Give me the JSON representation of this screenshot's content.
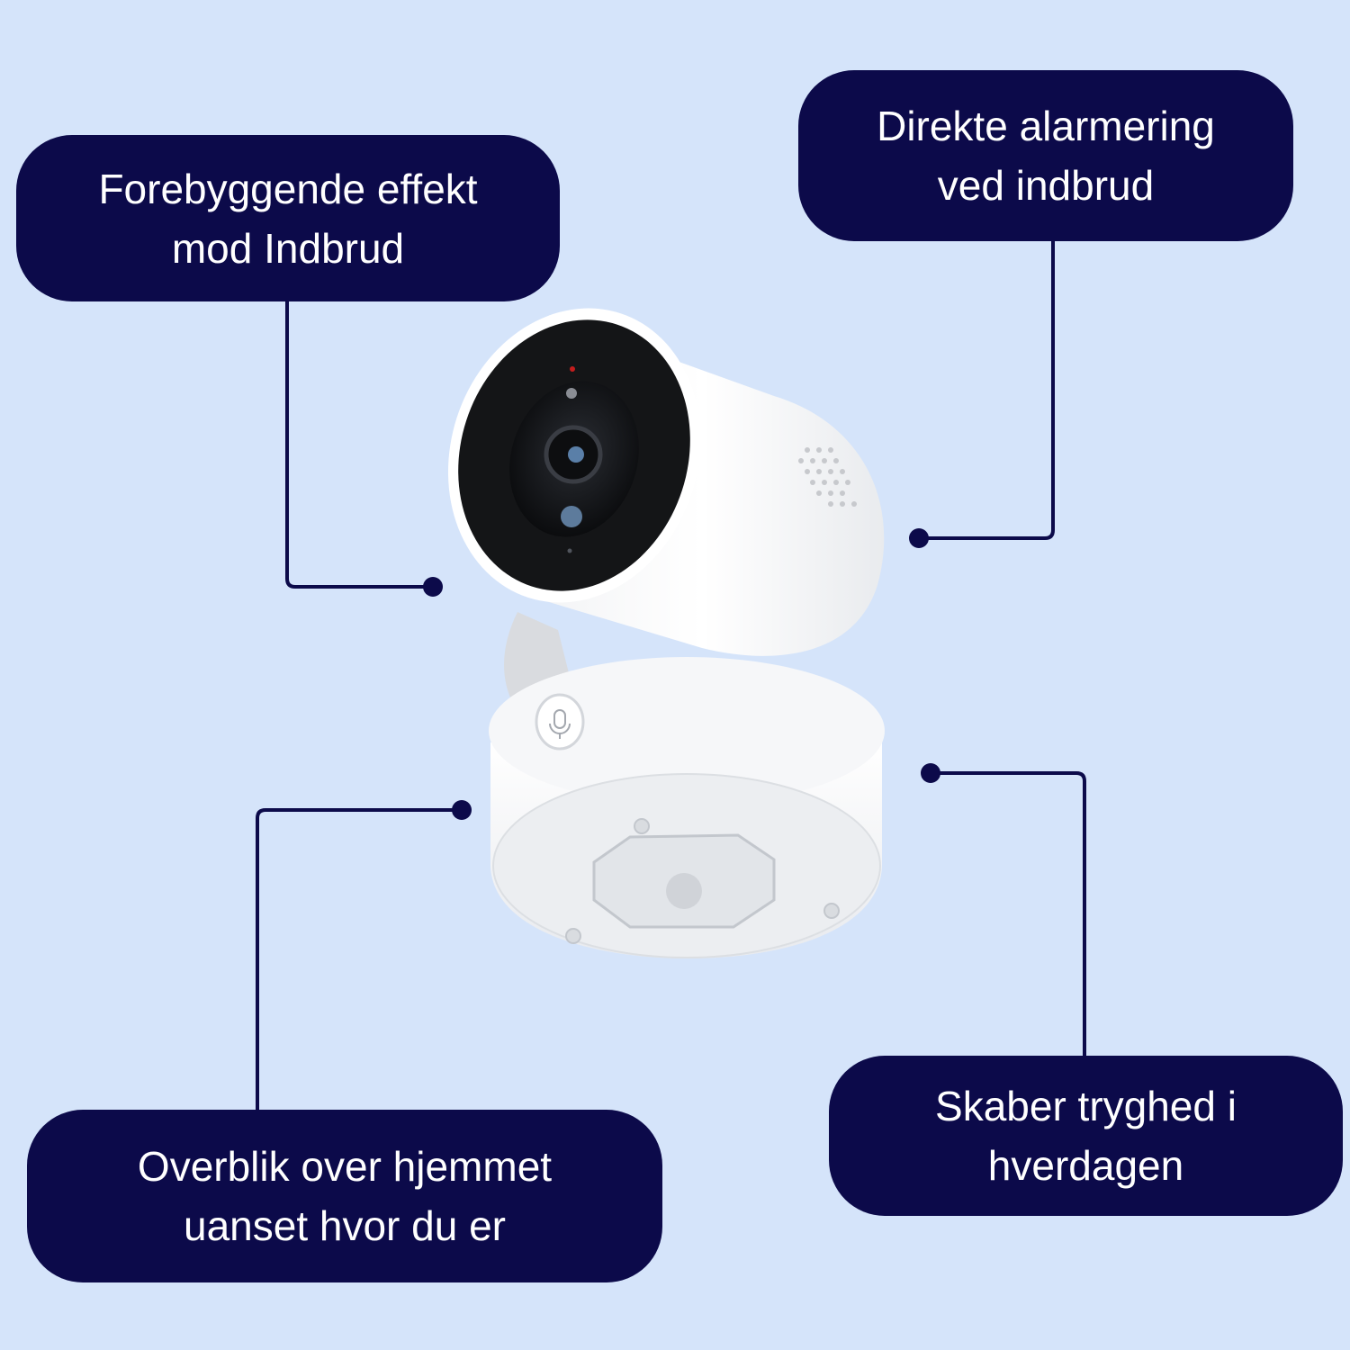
{
  "colors": {
    "background": "#d5e4fa",
    "callout_fill": "#0c0a4a",
    "callout_text": "#ffffff",
    "connector": "#0c0a4a",
    "camera_body": "#ffffff",
    "lens_ring": "#1a1a1a"
  },
  "callouts": [
    {
      "lines": [
        "Forebyggende effekt",
        "mod Indbrud"
      ]
    },
    {
      "lines": [
        "Direkte alarmering",
        "ved indbrud"
      ]
    },
    {
      "lines": [
        "Overblik over hjemmet",
        "uanset hvor du er"
      ]
    },
    {
      "lines": [
        "Skaber tryghed i",
        "hverdagen"
      ]
    }
  ],
  "product": {
    "type": "pan-tilt indoor security camera",
    "icon": "microphone-icon"
  }
}
